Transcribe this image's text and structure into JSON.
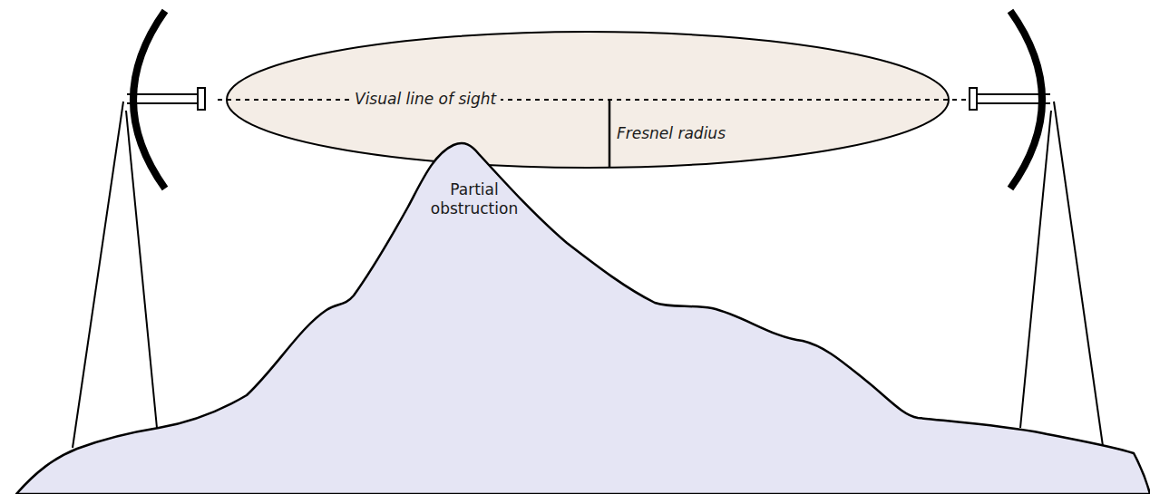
{
  "diagram": {
    "nodes": [
      {
        "text": [
          "Visual line of sight",
          "Fresnel radius"
        ]
      },
      {
        "text": [
          "Partial obstruction"
        ]
      }
    ]
  }
}
